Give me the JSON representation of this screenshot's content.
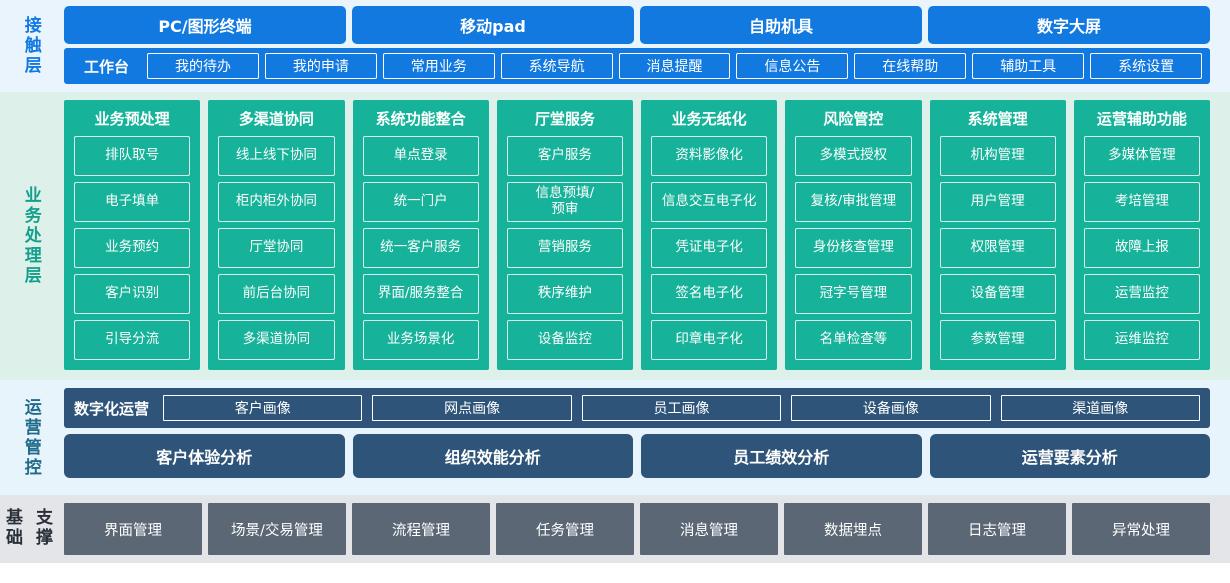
{
  "layers": {
    "contact": {
      "label": "接触层",
      "accent": "#1179e0",
      "background": "#eaf4fd",
      "channels": [
        {
          "label": "PC/图形终端"
        },
        {
          "label": "移动pad"
        },
        {
          "label": "自助机具"
        },
        {
          "label": "数字大屏"
        }
      ],
      "workbench_label": "工作台",
      "menu": [
        {
          "label": "我的待办"
        },
        {
          "label": "我的申请"
        },
        {
          "label": "常用业务"
        },
        {
          "label": "系统导航"
        },
        {
          "label": "消息提醒"
        },
        {
          "label": "信息公告"
        },
        {
          "label": "在线帮助"
        },
        {
          "label": "辅助工具"
        },
        {
          "label": "系统设置"
        }
      ]
    },
    "business": {
      "label": "业务处理层",
      "accent": "#16b39a",
      "background": "#ddf0ea",
      "columns": [
        {
          "title": "业务预处理",
          "items": [
            {
              "label": "排队取号"
            },
            {
              "label": "电子填单"
            },
            {
              "label": "业务预约"
            },
            {
              "label": "客户识别"
            },
            {
              "label": "引导分流"
            }
          ]
        },
        {
          "title": "多渠道协同",
          "items": [
            {
              "label": "线上线下协同"
            },
            {
              "label": "柜内柜外协同"
            },
            {
              "label": "厅堂协同"
            },
            {
              "label": "前后台协同"
            },
            {
              "label": "多渠道协同"
            }
          ]
        },
        {
          "title": "系统功能整合",
          "items": [
            {
              "label": "单点登录"
            },
            {
              "label": "统一门户"
            },
            {
              "label": "统一客户服务"
            },
            {
              "label": "界面/服务整合"
            },
            {
              "label": "业务场景化"
            }
          ]
        },
        {
          "title": "厅堂服务",
          "items": [
            {
              "label": "客户服务"
            },
            {
              "label": "信息预填/\n预审"
            },
            {
              "label": "营销服务"
            },
            {
              "label": "秩序维护"
            },
            {
              "label": "设备监控"
            }
          ]
        },
        {
          "title": "业务无纸化",
          "items": [
            {
              "label": "资料影像化"
            },
            {
              "label": "信息交互电子化"
            },
            {
              "label": "凭证电子化"
            },
            {
              "label": "签名电子化"
            },
            {
              "label": "印章电子化"
            }
          ]
        },
        {
          "title": "风险管控",
          "items": [
            {
              "label": "多模式授权"
            },
            {
              "label": "复核/审批管理"
            },
            {
              "label": "身份核查管理"
            },
            {
              "label": "冠字号管理"
            },
            {
              "label": "名单检查等"
            }
          ]
        },
        {
          "title": "系统管理",
          "items": [
            {
              "label": "机构管理"
            },
            {
              "label": "用户管理"
            },
            {
              "label": "权限管理"
            },
            {
              "label": "设备管理"
            },
            {
              "label": "参数管理"
            }
          ]
        },
        {
          "title": "运营辅助功能",
          "items": [
            {
              "label": "多媒体管理"
            },
            {
              "label": "考培管理"
            },
            {
              "label": "故障上报"
            },
            {
              "label": "运营监控"
            },
            {
              "label": "运维监控"
            }
          ]
        }
      ]
    },
    "operations": {
      "label": "运营管控",
      "accent": "#2e5479",
      "background": "#e8f4fb",
      "digital_ops_label": "数字化运营",
      "portraits": [
        {
          "label": "客户画像"
        },
        {
          "label": "网点画像"
        },
        {
          "label": "员工画像"
        },
        {
          "label": "设备画像"
        },
        {
          "label": "渠道画像"
        }
      ],
      "analyses": [
        {
          "label": "客户体验分析"
        },
        {
          "label": "组织效能分析"
        },
        {
          "label": "员工绩效分析"
        },
        {
          "label": "运营要素分析"
        }
      ]
    },
    "foundation": {
      "label": "基础支撑",
      "label_line1": "基础",
      "label_line2": "支撑",
      "accent": "#5c6775",
      "background": "#e3e5e8",
      "items": [
        {
          "label": "界面管理"
        },
        {
          "label": "场景/交易管理"
        },
        {
          "label": "流程管理"
        },
        {
          "label": "任务管理"
        },
        {
          "label": "消息管理"
        },
        {
          "label": "数据埋点"
        },
        {
          "label": "日志管理"
        },
        {
          "label": "异常处理"
        }
      ]
    }
  }
}
